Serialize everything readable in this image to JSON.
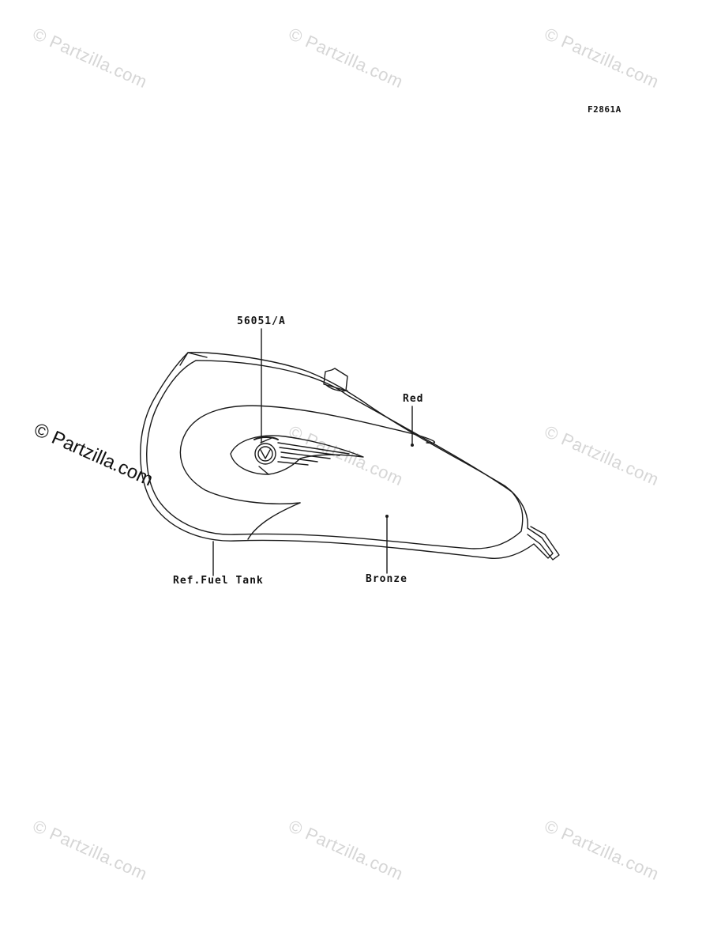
{
  "watermark": {
    "text": "© Partzilla.com"
  },
  "figure_id": "F2861A",
  "callouts": {
    "part_number": "56051/A",
    "red": "Red",
    "bronze": "Bronze",
    "ref_fuel_tank": "Ref.Fuel Tank"
  },
  "colors": {
    "line": "#1a1a1a",
    "watermark": "#d6d6d6",
    "background": "#ffffff"
  }
}
